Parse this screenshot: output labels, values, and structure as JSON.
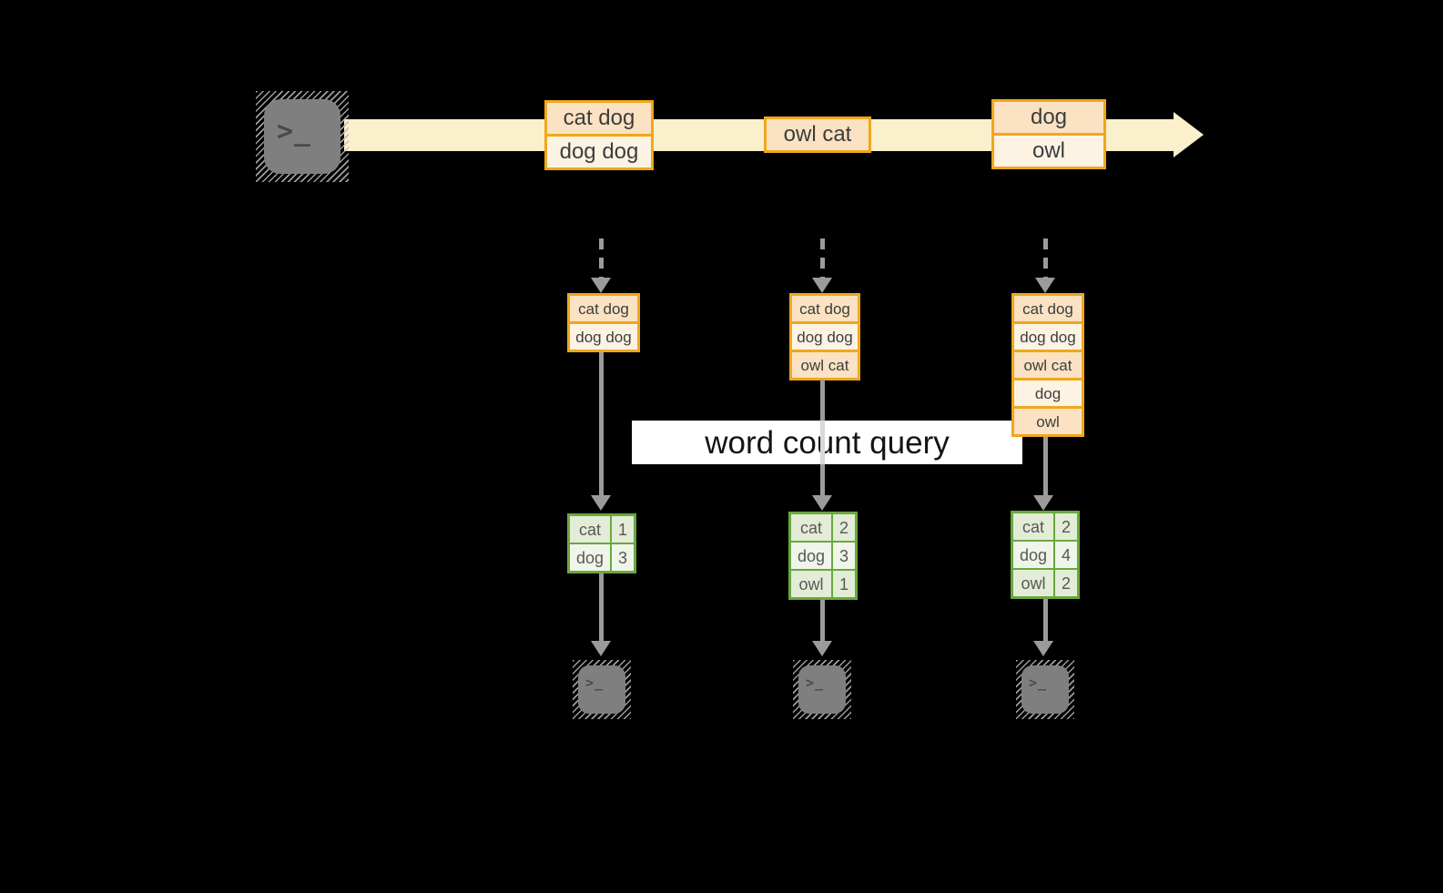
{
  "banner": {
    "label": "word count query"
  },
  "icons": {
    "terminal_glyph": ">_"
  },
  "stream": {
    "messages": [
      [
        "cat dog",
        "dog dog"
      ],
      [
        "owl cat"
      ],
      [
        "dog",
        "owl"
      ]
    ]
  },
  "columns": [
    {
      "input": [
        "cat dog",
        "dog dog"
      ],
      "counts": [
        [
          "cat",
          "1"
        ],
        [
          "dog",
          "3"
        ]
      ]
    },
    {
      "input": [
        "cat dog",
        "dog dog",
        "owl cat"
      ],
      "counts": [
        [
          "cat",
          "2"
        ],
        [
          "dog",
          "3"
        ],
        [
          "owl",
          "1"
        ]
      ]
    },
    {
      "input": [
        "cat dog",
        "dog dog",
        "owl cat",
        "dog",
        "owl"
      ],
      "counts": [
        [
          "cat",
          "2"
        ],
        [
          "dog",
          "4"
        ],
        [
          "owl",
          "2"
        ]
      ]
    }
  ],
  "colors": {
    "background": "#000000",
    "stream_band": "#faf0cc",
    "box_border": "#f0a71c",
    "box_fill_dark": "#fae2c2",
    "box_fill_light": "#fdf3e3",
    "table_border": "#69a83e",
    "table_fill_dark": "#e3ecd6",
    "table_fill_light": "#f0f5ea",
    "arrow_gray": "#9b9b9b",
    "terminal_gray": "#7f7f7f",
    "banner_bg": "#ffffff"
  }
}
